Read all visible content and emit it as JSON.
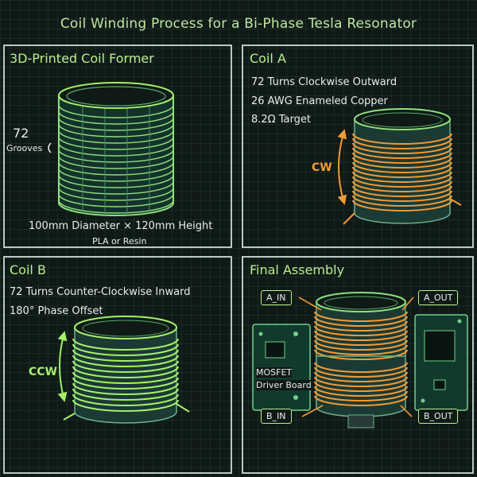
{
  "title": "Coil Winding Process for a Bi-Phase Tesla Resonator",
  "colors": {
    "background": "#0f1a17",
    "accent_green": "#a6f06a",
    "copper_orange": "#f29a35",
    "panel_border": "#b9c9c0"
  },
  "former": {
    "header": "3D-Printed Coil Former",
    "grooves_count": "72",
    "grooves_label": "Grooves",
    "dimensions": "100mm Diameter × 120mm Height",
    "material": "PLA or Resin"
  },
  "coil_a": {
    "header": "Coil A",
    "line1": "72 Turns Clockwise Outward",
    "line2": "26 AWG Enameled Copper",
    "line3": "8.2Ω Target",
    "direction": "CW"
  },
  "coil_b": {
    "header": "Coil B",
    "line1": "72 Turns Counter-Clockwise Inward",
    "line2": "180° Phase Offset",
    "direction": "CCW"
  },
  "assembly": {
    "header": "Final Assembly",
    "a_in": "A_IN",
    "a_out": "A_OUT",
    "b_in": "B_IN",
    "b_out": "B_OUT",
    "board_line1": "MOSFET",
    "board_line2": "Driver Board"
  }
}
